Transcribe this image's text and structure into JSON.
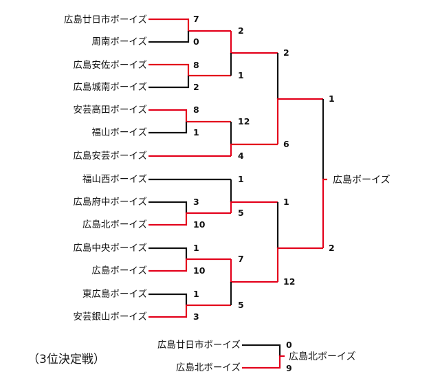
{
  "teams": [
    "広島廿日市ボーイズ",
    "周南ボーイズ",
    "広島安佐ボーイズ",
    "広島城南ボーイズ",
    "安芸高田ボーイズ",
    "福山ボーイズ",
    "広島安芸ボーイズ",
    "福山西ボーイズ",
    "広島府中ボーイズ",
    "広島北ボーイズ",
    "広島中央ボーイズ",
    "広島ボーイズ",
    "東広島ボーイズ",
    "安芸銀山ボーイズ"
  ],
  "scores": {
    "r1": [
      "7",
      "0",
      "8",
      "2",
      "8",
      "1",
      "3",
      "10",
      "1",
      "10",
      "1",
      "3"
    ],
    "r2": [
      "2",
      "1",
      "12",
      "4",
      "1",
      "5",
      "7",
      "5"
    ],
    "r3": [
      "2",
      "6",
      "1",
      "12"
    ],
    "final": [
      "1",
      "2"
    ]
  },
  "champion": "広島ボーイズ",
  "third_place": {
    "title": "（3位決定戦）",
    "teams": [
      "広島廿日市ボーイズ",
      "広島北ボーイズ"
    ],
    "scores": [
      "0",
      "9"
    ],
    "winner": "広島北ボーイズ"
  },
  "colors": {
    "winner_line": "#e3001b",
    "loser_line": "#111111"
  }
}
